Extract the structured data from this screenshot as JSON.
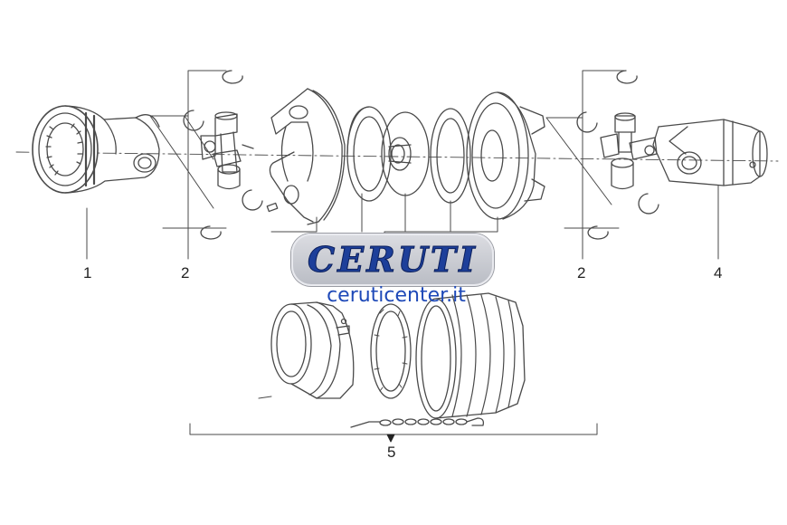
{
  "callouts": {
    "c1": "1",
    "c2a": "2",
    "c2b": "2",
    "c4": "4",
    "c5": "5"
  },
  "brand": {
    "logo_text": "CERUTI",
    "website": "ceruticenter.it"
  },
  "colors": {
    "line": "#4a4a4a",
    "logo_blue": "#1d3f9a",
    "site_blue": "#1e49b8",
    "logo_plate": "#c8cad0"
  }
}
